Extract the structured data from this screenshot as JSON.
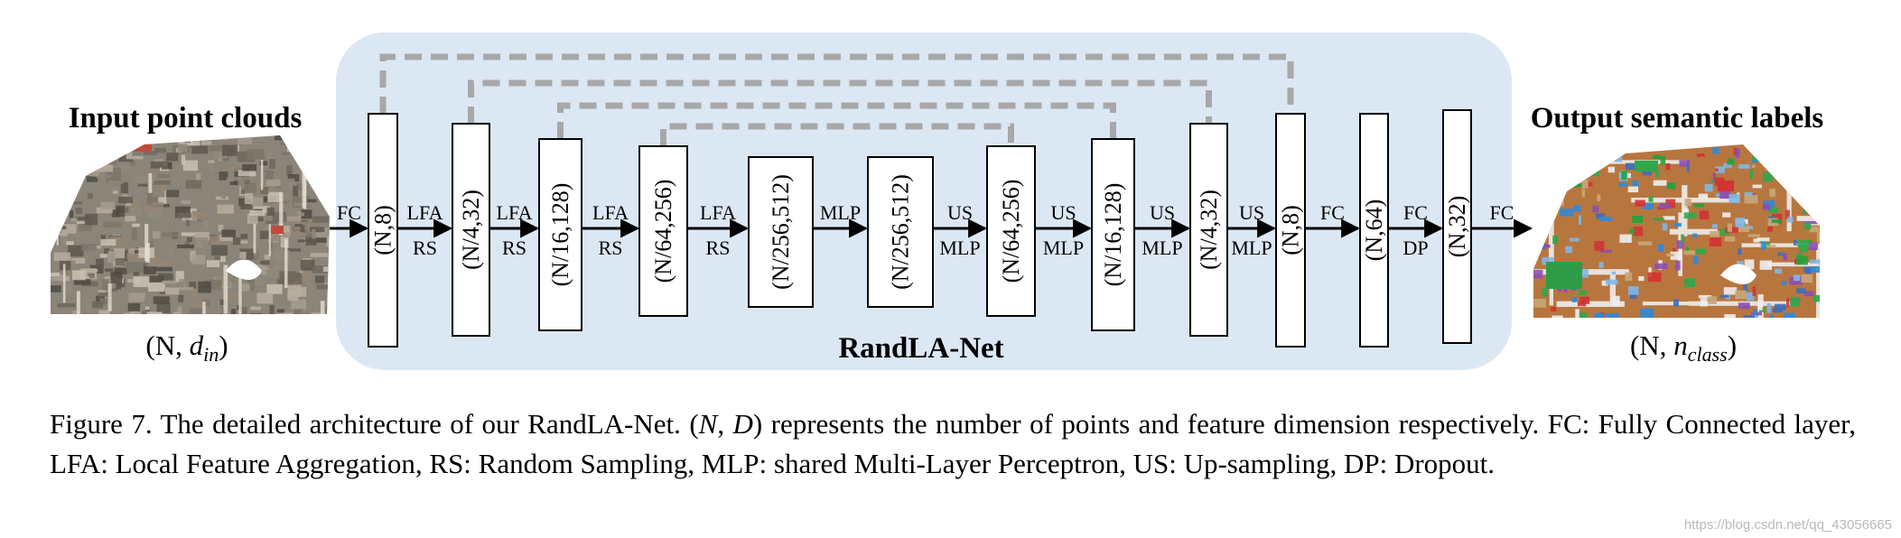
{
  "input": {
    "title": "Input point clouds",
    "shape_prefix": "(N, ",
    "shape_var": "d",
    "shape_sub": "in",
    "shape_suffix": ")"
  },
  "output": {
    "title": "Output semantic labels",
    "shape_prefix": "(N, ",
    "shape_var": "n",
    "shape_sub": "class",
    "shape_suffix": ")"
  },
  "network_name": "RandLA-Net",
  "layers": [
    "(N,8)",
    "(N/4,32)",
    "(N/16,128)",
    "(N/64,256)",
    "(N/256,512)",
    "(N/256,512)",
    "(N/64,256)",
    "(N/16,128)",
    "(N/4,32)",
    "(N,8)",
    "(N,64)",
    "(N,32)"
  ],
  "ops": [
    {
      "top": "FC",
      "bottom": ""
    },
    {
      "top": "LFA",
      "bottom": "RS"
    },
    {
      "top": "LFA",
      "bottom": "RS"
    },
    {
      "top": "LFA",
      "bottom": "RS"
    },
    {
      "top": "LFA",
      "bottom": "RS"
    },
    {
      "top": "MLP",
      "bottom": ""
    },
    {
      "top": "US",
      "bottom": "MLP"
    },
    {
      "top": "US",
      "bottom": "MLP"
    },
    {
      "top": "US",
      "bottom": "MLP"
    },
    {
      "top": "US",
      "bottom": "MLP"
    },
    {
      "top": "FC",
      "bottom": ""
    },
    {
      "top": "FC",
      "bottom": "DP"
    },
    {
      "top": "FC",
      "bottom": ""
    }
  ],
  "skip_connections": [
    [
      0,
      9
    ],
    [
      1,
      8
    ],
    [
      2,
      7
    ],
    [
      3,
      6
    ]
  ],
  "caption": {
    "lead": "Figure 7. The detailed architecture of our RandLA-Net. ",
    "math_open": "(",
    "math_n": "N",
    "math_sep": ", ",
    "math_d": "D",
    "math_close": ")",
    "rest": " represents the number of points and feature dimension respectively. FC: Fully Connected layer, LFA: Local Feature Aggregation, RS: Random Sampling, MLP: shared Multi-Layer Perceptron, US: Up-sampling, DP: Dropout."
  },
  "watermark": "https://blog.csdn.net/qq_43056665",
  "colors": {
    "panel": "#dce7f4",
    "skip": "#a8a8a8",
    "floor": "#b8763f",
    "wall": "#e9e2da"
  }
}
